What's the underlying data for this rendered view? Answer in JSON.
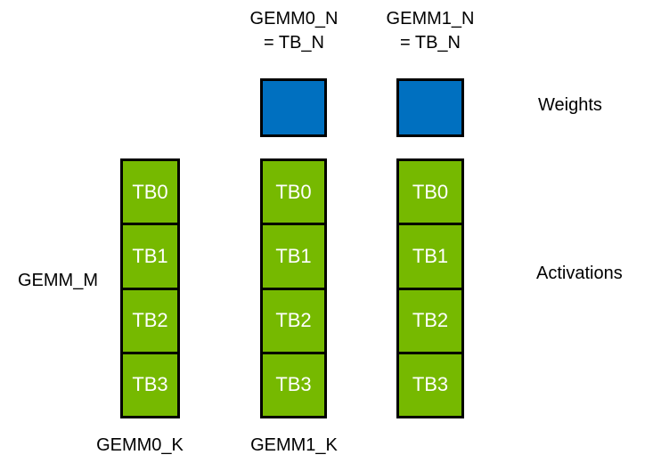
{
  "colors": {
    "green": "#76B900",
    "blue": "#0070C0",
    "border": "#000000",
    "text": "#000000",
    "block_text": "#FFFFFF"
  },
  "headers": [
    {
      "text": "GEMM0_N\n= TB_N"
    },
    {
      "text": "GEMM1_N\n= TB_N"
    }
  ],
  "labels": {
    "weights": "Weights",
    "activations": "Activations",
    "gemm_m": "GEMM_M",
    "gemm0_k": "GEMM0_K",
    "gemm1_k": "GEMM1_K"
  },
  "weight_blocks": [
    {
      "column": 1
    },
    {
      "column": 2
    }
  ],
  "columns": [
    {
      "blocks": [
        "TB0",
        "TB1",
        "TB2",
        "TB3"
      ]
    },
    {
      "blocks": [
        "TB0",
        "TB1",
        "TB2",
        "TB3"
      ]
    },
    {
      "blocks": [
        "TB0",
        "TB1",
        "TB2",
        "TB3"
      ]
    }
  ]
}
